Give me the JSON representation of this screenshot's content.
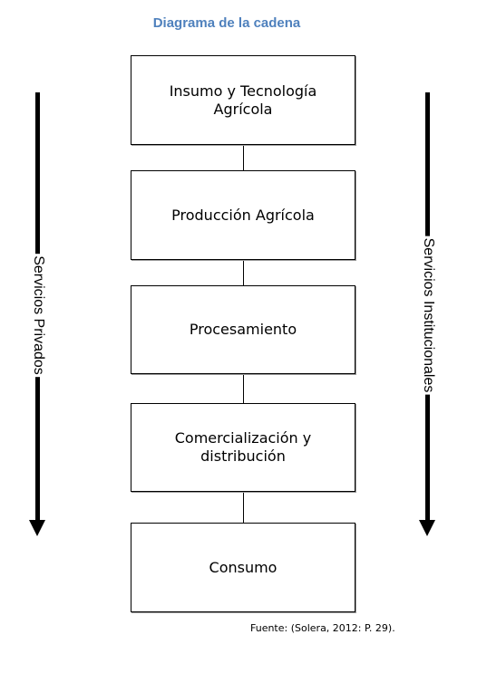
{
  "title": "Diagrama de la cadena",
  "boxes": [
    {
      "label": "Insumo y Tecnología\nAgrícola"
    },
    {
      "label": "Producción Agrícola"
    },
    {
      "label": "Procesamiento"
    },
    {
      "label": "Comercialización  y\ndistribución"
    },
    {
      "label": "Consumo"
    }
  ],
  "left_arrow": {
    "label": "Servicios Privados"
  },
  "right_arrow": {
    "label": "Servicios Institucionales"
  },
  "source": "Fuente: (Solera, 2012: P. 29)."
}
